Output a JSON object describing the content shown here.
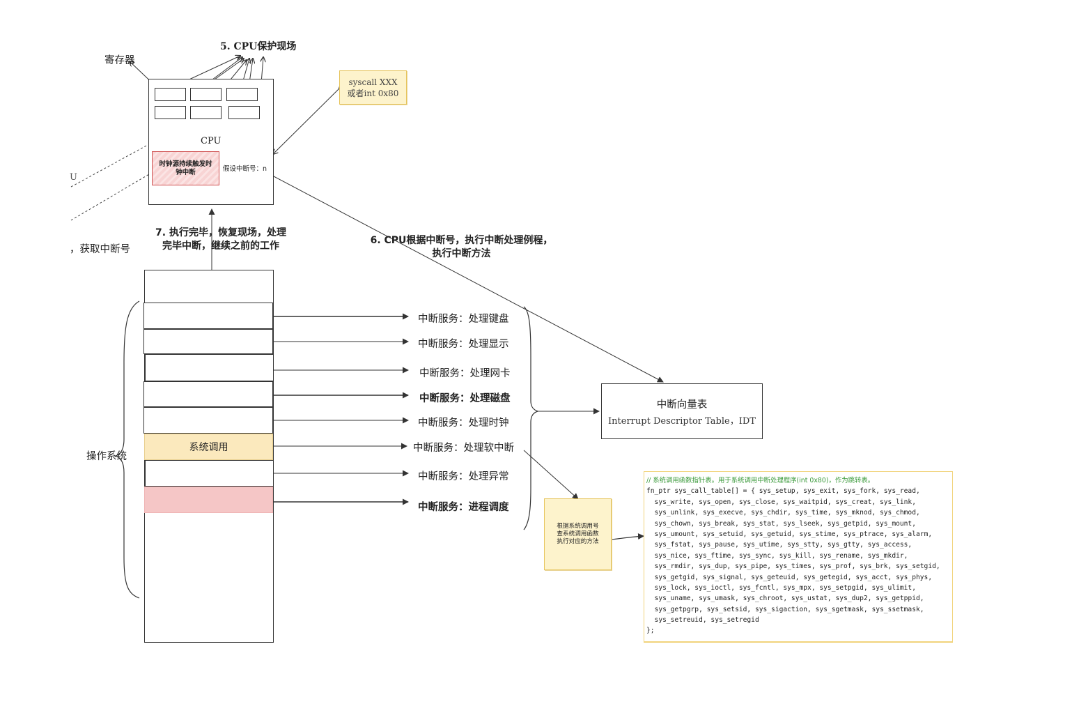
{
  "colors": {
    "note_fill": "#fdf3cc",
    "note_border": "#e6c45b",
    "syscall_fill": "#fbe9bd",
    "schedule_fill": "#f5c6c6",
    "timer_fill": "#f8d4d4",
    "timer_border": "#d05050",
    "comment_green": "#3a9a3a",
    "line": "#333333"
  },
  "top": {
    "registers_label": "寄存器",
    "save_context_label": "5. CPU保护现场"
  },
  "cpu": {
    "label": "CPU",
    "timer_text": "时钟源持续触发时钟中断",
    "interrupt_number_label": "假设中断号：n"
  },
  "syscall_note": {
    "line1": "syscall XXX",
    "line2": "或者int 0x80"
  },
  "left_fragments": {
    "u_text": "U",
    "get_number_text": "，获取中断号"
  },
  "step7": {
    "line1": "7. 执行完毕，恢复现场，处理",
    "line2": "完毕中断，继续之前的工作"
  },
  "step6": {
    "line1": "6. CPU根据中断号，执行中断处理例程，",
    "line2": "执行中断方法"
  },
  "os": {
    "label": "操作系统",
    "syscall_cell": "系统调用"
  },
  "services": [
    "中断服务：处理键盘",
    "中断服务：处理显示",
    "中断服务：处理网卡",
    "中断服务：处理磁盘",
    "中断服务：处理时钟",
    "中断服务：处理软中断",
    "中断服务：处理异常",
    "中断服务：进程调度"
  ],
  "idt": {
    "title": "中断向量表",
    "subtitle": "Interrupt Descriptor Table，IDT"
  },
  "lookup_note": {
    "line1": "根据系统调用号",
    "line2": "查系统调用函数",
    "line3": "执行对应的方法"
  },
  "code": {
    "comment": "// 系统调用函数指针表。用于系统调用中断处理程序(int 0x80)，作为跳转表。",
    "lines": [
      "fn_ptr sys_call_table[] = { sys_setup, sys_exit, sys_fork, sys_read,",
      "  sys_write, sys_open, sys_close, sys_waitpid, sys_creat, sys_link,",
      "  sys_unlink, sys_execve, sys_chdir, sys_time, sys_mknod, sys_chmod,",
      "  sys_chown, sys_break, sys_stat, sys_lseek, sys_getpid, sys_mount,",
      "  sys_umount, sys_setuid, sys_getuid, sys_stime, sys_ptrace, sys_alarm,",
      "  sys_fstat, sys_pause, sys_utime, sys_stty, sys_gtty, sys_access,",
      "  sys_nice, sys_ftime, sys_sync, sys_kill, sys_rename, sys_mkdir,",
      "  sys_rmdir, sys_dup, sys_pipe, sys_times, sys_prof, sys_brk, sys_setgid,",
      "  sys_getgid, sys_signal, sys_geteuid, sys_getegid, sys_acct, sys_phys,",
      "  sys_lock, sys_ioctl, sys_fcntl, sys_mpx, sys_setpgid, sys_ulimit,",
      "  sys_uname, sys_umask, sys_chroot, sys_ustat, sys_dup2, sys_getppid,",
      "  sys_getpgrp, sys_setsid, sys_sigaction, sys_sgetmask, sys_ssetmask,",
      "  sys_setreuid, sys_setregid",
      "};"
    ]
  }
}
